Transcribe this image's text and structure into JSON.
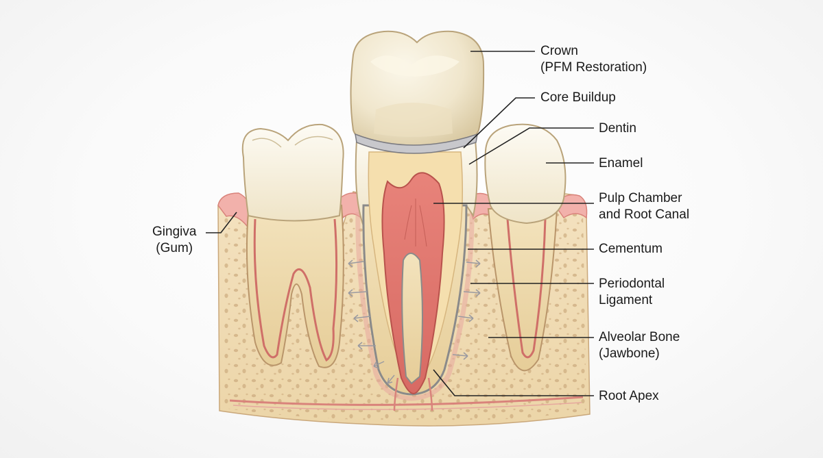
{
  "labels": {
    "crown": {
      "line1": "Crown",
      "line2": "(PFM Restoration)"
    },
    "core_buildup": {
      "line1": "Core Buildup"
    },
    "dentin": {
      "line1": "Dentin"
    },
    "enamel": {
      "line1": "Enamel"
    },
    "pulp": {
      "line1": "Pulp Chamber",
      "line2": "and Root Canal"
    },
    "cementum": {
      "line1": "Cementum"
    },
    "periodontal": {
      "line1": "Periodontal",
      "line2": "Ligament"
    },
    "alveolar": {
      "line1": "Alveolar Bone",
      "line2": "(Jawbone)"
    },
    "apex": {
      "line1": "Root Apex"
    },
    "gingiva": {
      "line1": "Gingiva",
      "line2": "(Gum)"
    }
  }
}
